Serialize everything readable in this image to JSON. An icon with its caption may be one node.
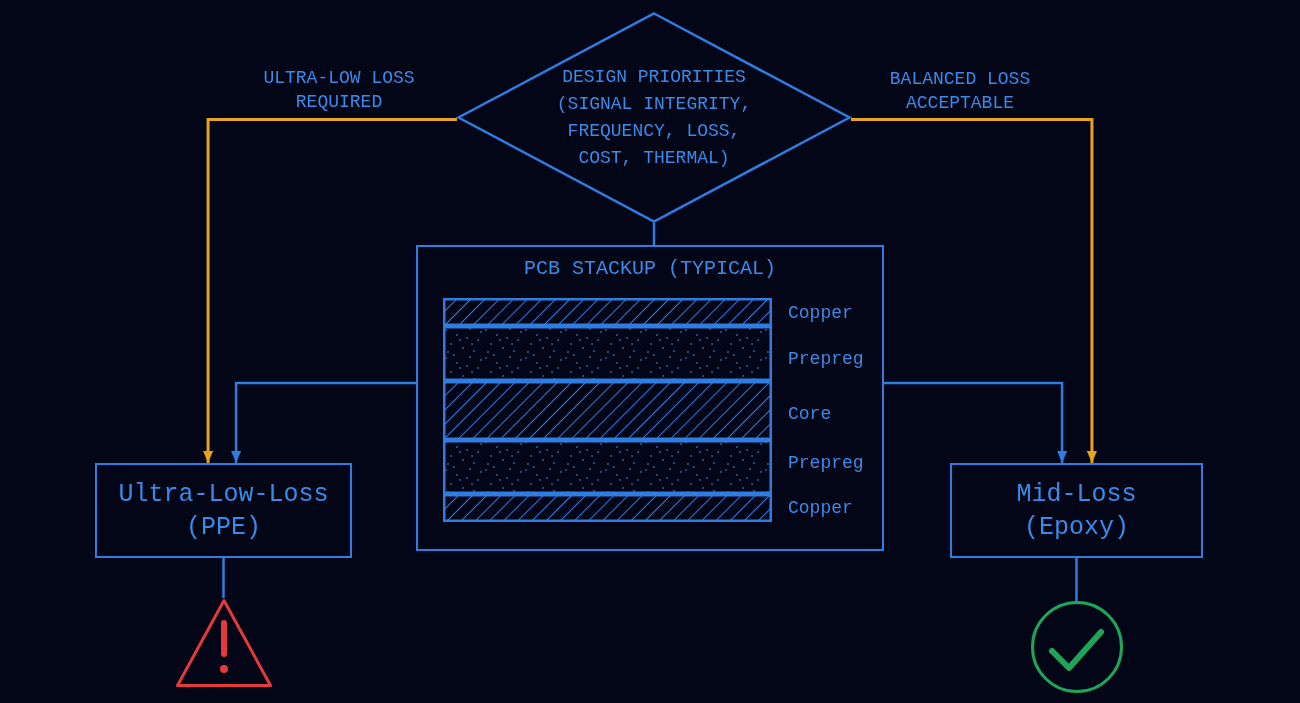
{
  "diagram": {
    "nodes": [
      {
        "text": [
          "DESIGN PRIORITIES (SIGNAL INTEGRITY, FREQUENCY, LOSS, COST, THERMAL)"
        ]
      },
      {
        "text": [
          "PCB STACKUP (TYPICAL)"
        ]
      },
      {
        "text": [
          "Ultra-Low-Loss (PPE)"
        ]
      },
      {
        "text": [
          "Mid-Loss (Epoxy)"
        ]
      },
      {
        "text": [],
        "shape": "triangle"
      },
      {
        "text": [],
        "shape": "circle"
      }
    ],
    "edges": [
      {
        "from": 0,
        "to": 2,
        "arrow": "to",
        "label": "ULTRA-LOW LOSS REQUIRED",
        "color": "#e8a31e"
      },
      {
        "from": 0,
        "to": 3,
        "arrow": "to",
        "label": "BALANCED LOSS ACCEPTABLE",
        "color": "#e8a31e"
      },
      {
        "from": 0,
        "to": 1,
        "arrow": "none"
      },
      {
        "from": 1,
        "to": 2,
        "arrow": "to"
      },
      {
        "from": 1,
        "to": 3,
        "arrow": "to"
      },
      {
        "from": 2,
        "to": 4,
        "arrow": "none"
      },
      {
        "from": 3,
        "to": 5,
        "arrow": "none"
      }
    ],
    "labels": [
      "Copper",
      "Prepreg",
      "Core",
      "Prepreg",
      "Copper"
    ]
  }
}
